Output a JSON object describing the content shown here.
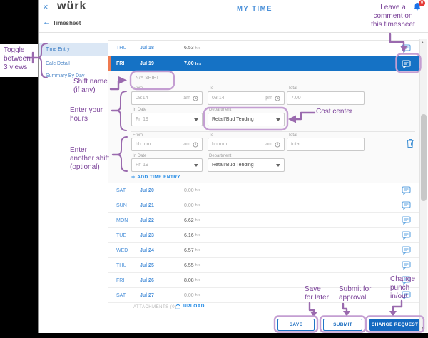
{
  "header": {
    "close_icon": "×",
    "logo": "würk",
    "title": "MY TIME",
    "back_arrow": "←",
    "back_label": "Timesheet",
    "badge_count": "0"
  },
  "sidebar": {
    "items": [
      {
        "label": "Time Entry",
        "selected": true
      },
      {
        "label": "Calc Detail",
        "selected": false
      },
      {
        "label": "Summary By Day",
        "selected": false
      }
    ]
  },
  "rows_top": [
    {
      "day": "THU",
      "date": "Jul 18",
      "hours": "6.53",
      "unit": "hrs",
      "selected": false
    },
    {
      "day": "FRI",
      "date": "Jul 19",
      "hours": "7.00",
      "unit": "hrs",
      "selected": true
    }
  ],
  "shift": {
    "name": "N/A SHIFT"
  },
  "form1": {
    "from_label": "From",
    "from": "08:14",
    "from_mer": "am",
    "to_label": "To",
    "to": "03:14",
    "to_mer": "pm",
    "total_label": "Total",
    "total": "7.00",
    "indate_label": "In Date",
    "indate": "Fri 19",
    "dept_label": "Department",
    "dept": "Retail/Bud Tending"
  },
  "form2": {
    "from_label": "From",
    "from": "hh:mm",
    "from_mer": "am",
    "to_label": "To",
    "to": "hh:mm",
    "to_mer": "am",
    "total_label": "Total",
    "total": "total",
    "indate_label": "In Date",
    "indate": "Fri 19",
    "dept_label": "Department",
    "dept": "Retail/Bud Tending"
  },
  "add_entry": {
    "plus": "+",
    "label": "ADD TIME ENTRY"
  },
  "rows_bottom": [
    {
      "day": "SAT",
      "date": "Jul 20",
      "hours": "0.00",
      "unit": "hrs",
      "selected": false
    },
    {
      "day": "SUN",
      "date": "Jul 21",
      "hours": "0.00",
      "unit": "hrs",
      "selected": false
    },
    {
      "day": "MON",
      "date": "Jul 22",
      "hours": "6.62",
      "unit": "hrs",
      "selected": false
    },
    {
      "day": "TUE",
      "date": "Jul 23",
      "hours": "6.16",
      "unit": "hrs",
      "selected": false
    },
    {
      "day": "WED",
      "date": "Jul 24",
      "hours": "6.57",
      "unit": "hrs",
      "selected": false
    },
    {
      "day": "THU",
      "date": "Jul 25",
      "hours": "6.55",
      "unit": "hrs",
      "selected": false
    },
    {
      "day": "FRI",
      "date": "Jul 26",
      "hours": "8.08",
      "unit": "hrs",
      "selected": false
    },
    {
      "day": "SAT",
      "date": "Jul 27",
      "hours": "0.00",
      "unit": "hrs",
      "selected": false
    }
  ],
  "attachments": {
    "label": "ATTACHMENTS (0)",
    "upload": "UPLOAD"
  },
  "footer": {
    "save": "SAVE",
    "submit": "SUBMIT",
    "change": "CHANGE REQUEST"
  },
  "scrollbar": {
    "up": "▲",
    "down": "▼"
  },
  "annotations": {
    "comment": {
      "lines": [
        "Leave a",
        "comment on",
        "this timesheet"
      ]
    },
    "toggle": {
      "lines": [
        "Toggle",
        "between",
        "3 views"
      ]
    },
    "shift_name": {
      "lines": [
        "Shift name",
        "(if any)"
      ]
    },
    "enter_hours": {
      "lines": [
        "Enter your",
        "hours"
      ]
    },
    "another_shift": {
      "lines": [
        "Enter",
        "another shift",
        "(optional)"
      ]
    },
    "cost_center": {
      "lines": [
        "Cost center"
      ]
    },
    "save_later": {
      "lines": [
        "Save",
        "for later"
      ]
    },
    "submit_approval": {
      "lines": [
        "Submit for",
        "approval"
      ]
    },
    "change_punch": {
      "lines": [
        "Change",
        "punch",
        "in/out"
      ]
    }
  },
  "colors": {
    "selected_row_blue": "#1572c5",
    "accent_blue": "#1e88e5",
    "indicator_orange": "#ef7a50",
    "annotation_purple": "#7a4198",
    "highlight_purple": "#c49ed2",
    "badge_red": "#e53935"
  }
}
